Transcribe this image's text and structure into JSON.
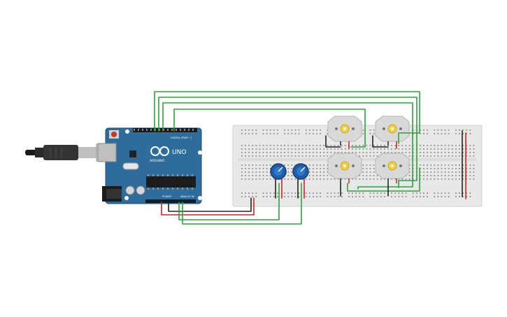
{
  "board": {
    "brand": "ARDUINO",
    "model": "UNO",
    "digital_label": "DIGITAL (PWM ~)",
    "power_label": "POWER",
    "analog_label": "ANALOG IN"
  },
  "colors": {
    "board": "#2e6c9c",
    "breadboard": "#e8e8e8",
    "wire_green": "#2aa53a",
    "wire_red": "#d62020",
    "wire_black": "#222222",
    "knob": "#1f5ea8",
    "motor_body": "#d9d9d9",
    "motor_shaft": "#f0d040"
  },
  "components": {
    "motors": [
      "motor-1",
      "motor-2",
      "motor-3",
      "motor-4"
    ],
    "potentiometers": [
      "pot-1",
      "pot-2"
    ]
  }
}
